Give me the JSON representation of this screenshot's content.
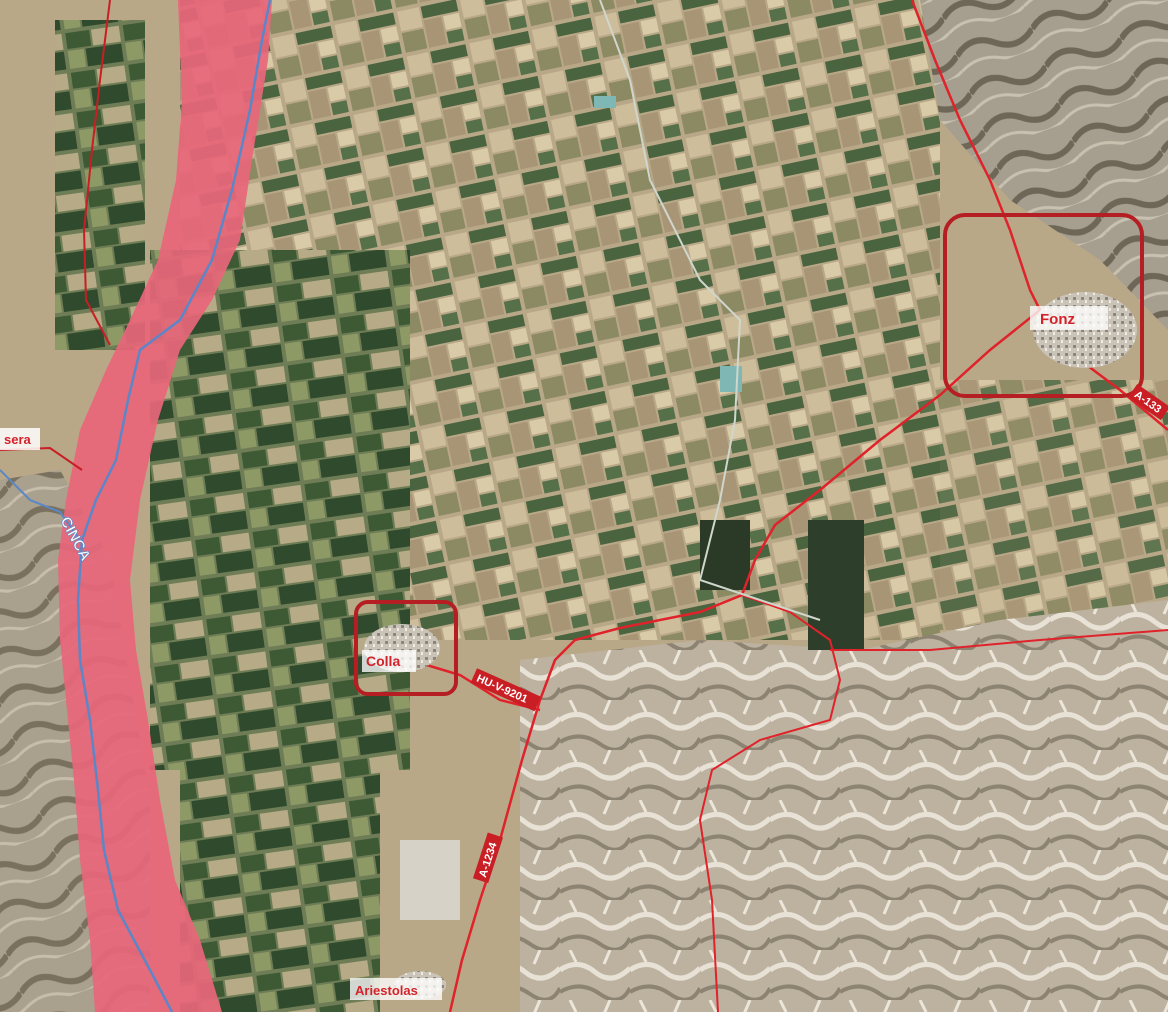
{
  "map": {
    "colors": {
      "farmland_base": "#b9a888",
      "field_dark_green": "#3f5a38",
      "field_light_tan": "#d8c9a8",
      "badlands": "#c3b8a6",
      "flood_zone": "#e8667a",
      "river_line": "#5b86c7",
      "road_red": "#e0222a",
      "highlight_box": "#b51e22",
      "label_red": "#d4222a"
    },
    "labels": {
      "fonz": "Fonz",
      "colla": "Colla",
      "ariestolas": "Ariestolas",
      "cinca": "CINCA",
      "hu_v_9201": "HU-V-9201",
      "a_1234": "A-1234",
      "a_133": "A-133",
      "partial_left": "sera"
    },
    "icons": {
      "highlight": "rounded-rectangle-highlight",
      "river": "river-line",
      "road": "road-line"
    }
  }
}
